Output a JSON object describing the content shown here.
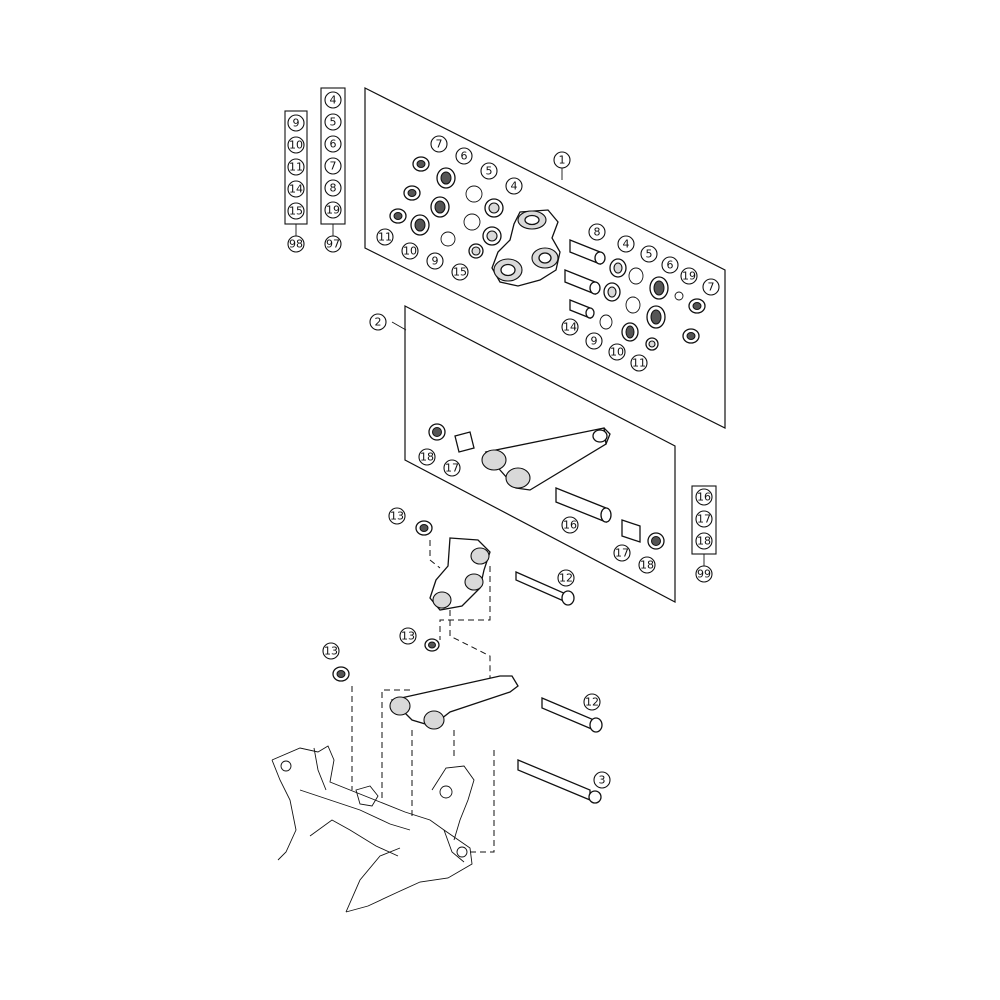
{
  "callouts": [
    {
      "id": "c1",
      "label": "1"
    },
    {
      "id": "c2",
      "label": "2"
    },
    {
      "id": "c3",
      "label": "3"
    },
    {
      "id": "c4a",
      "label": "4"
    },
    {
      "id": "c4b",
      "label": "4"
    },
    {
      "id": "c5a",
      "label": "5"
    },
    {
      "id": "c5b",
      "label": "5"
    },
    {
      "id": "c6a",
      "label": "6"
    },
    {
      "id": "c6b",
      "label": "6"
    },
    {
      "id": "c7a",
      "label": "7"
    },
    {
      "id": "c7b",
      "label": "7"
    },
    {
      "id": "c8",
      "label": "8"
    },
    {
      "id": "c9a",
      "label": "9"
    },
    {
      "id": "c9b",
      "label": "9"
    },
    {
      "id": "c10a",
      "label": "10"
    },
    {
      "id": "c10b",
      "label": "10"
    },
    {
      "id": "c11a",
      "label": "11"
    },
    {
      "id": "c11b",
      "label": "11"
    },
    {
      "id": "c12a",
      "label": "12"
    },
    {
      "id": "c12b",
      "label": "12"
    },
    {
      "id": "c13a",
      "label": "13"
    },
    {
      "id": "c13b",
      "label": "13"
    },
    {
      "id": "c13c",
      "label": "13"
    },
    {
      "id": "c14",
      "label": "14"
    },
    {
      "id": "c15",
      "label": "15"
    },
    {
      "id": "c16",
      "label": "16"
    },
    {
      "id": "c17a",
      "label": "17"
    },
    {
      "id": "c17b",
      "label": "17"
    },
    {
      "id": "c18a",
      "label": "18"
    },
    {
      "id": "c18b",
      "label": "18"
    },
    {
      "id": "c19",
      "label": "19"
    }
  ],
  "kits": [
    {
      "id": "kit98",
      "items": [
        "9",
        "10",
        "11",
        "14",
        "15"
      ],
      "kit_number": "98"
    },
    {
      "id": "kit97",
      "items": [
        "4",
        "5",
        "6",
        "7",
        "8",
        "19"
      ],
      "kit_number": "97"
    },
    {
      "id": "kit99",
      "items": [
        "16",
        "17",
        "18"
      ],
      "kit_number": "99"
    }
  ]
}
